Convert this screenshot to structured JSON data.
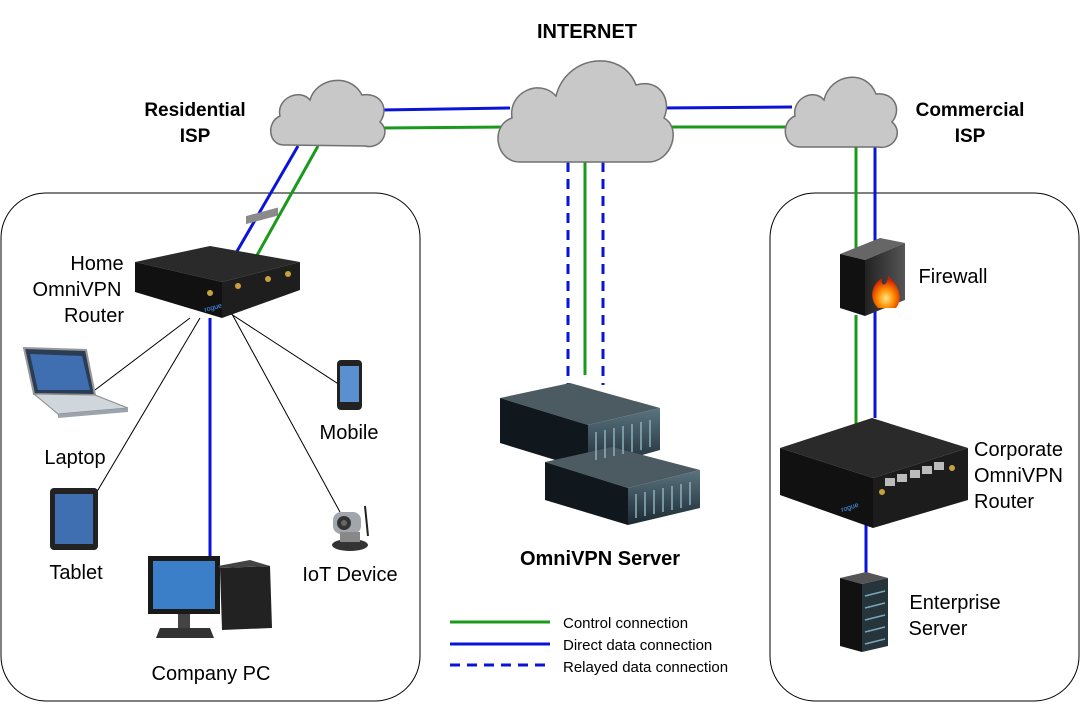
{
  "colors": {
    "control": "#1a9a1a",
    "direct": "#0a14d8",
    "relayed": "#0a14d8",
    "cloud_fill": "#c8c8c8",
    "cloud_stroke": "#707070"
  },
  "clouds": {
    "internet": "INTERNET",
    "residential_isp": [
      "Residential",
      "ISP"
    ],
    "commercial_isp": [
      "Commercial",
      "ISP"
    ]
  },
  "devices": {
    "home_router": [
      "Home",
      "OmniVPN",
      "Router"
    ],
    "router_brand": "rogue",
    "laptop": "Laptop",
    "tablet": "Tablet",
    "company_pc": "Company PC",
    "mobile": "Mobile",
    "iot_device": "IoT Device",
    "omnivpn_server": "OmniVPN Server",
    "firewall": "Firewall",
    "corporate_router": [
      "Corporate",
      "OmniVPN",
      "Router"
    ],
    "enterprise_server": [
      "Enterprise",
      "Server"
    ]
  },
  "legend": {
    "control": "Control connection",
    "direct": "Direct data connection",
    "relayed": "Relayed data connection"
  }
}
